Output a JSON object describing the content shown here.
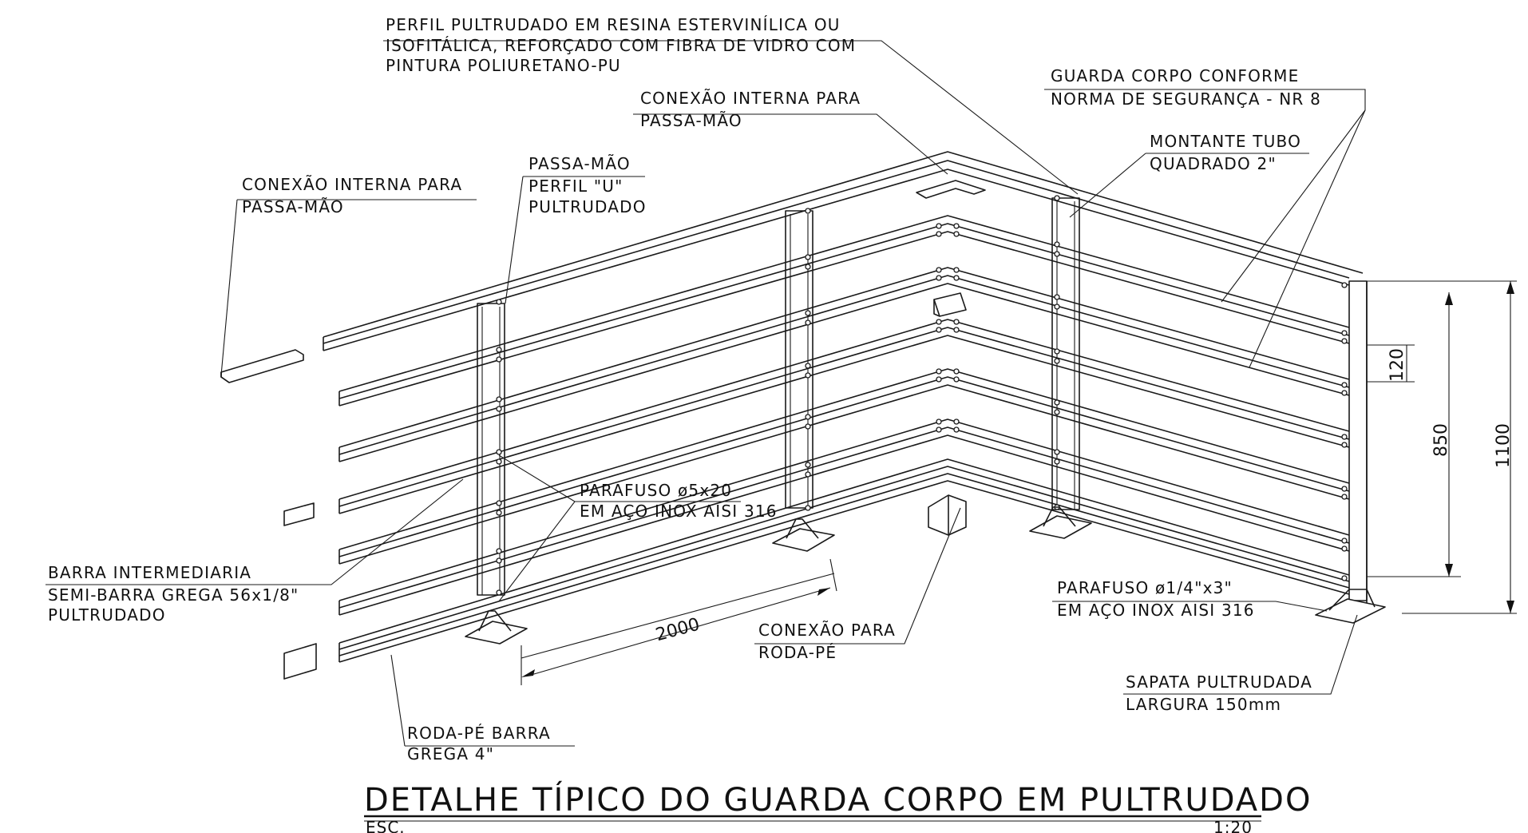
{
  "labels": {
    "perfil_pultrudado": [
      "PERFIL PULTRUDADO EM RESINA ESTERVINÍLICA OU",
      "ISOFITÁLICA, REFORÇADO COM FIBRA DE VIDRO COM",
      "PINTURA POLIURETANO-PU"
    ],
    "conexao_interna_top": [
      "CONEXÃO INTERNA PARA",
      "PASSA-MÃO"
    ],
    "conexao_interna_left": [
      "CONEXÃO INTERNA PARA",
      "PASSA-MÃO"
    ],
    "passa_mao": [
      "PASSA-MÃO",
      "PERFIL \"U\"",
      "PULTRUDADO"
    ],
    "guarda_corpo": [
      "GUARDA CORPO CONFORME",
      "NORMA DE SEGURANÇA - NR 8"
    ],
    "montante": [
      "MONTANTE TUBO",
      "QUADRADO 2\""
    ],
    "parafuso_5x20": [
      "PARAFUSO ø5x20",
      "EM AÇO INOX AISI 316"
    ],
    "barra_intermediaria": [
      "BARRA INTERMEDIARIA",
      "SEMI-BARRA GREGA 56x1/8\"",
      "PULTRUDADO"
    ],
    "conexao_roda_pe": [
      "CONEXÃO PARA",
      "RODA-PÉ"
    ],
    "roda_pe": [
      "RODA-PÉ BARRA",
      "GREGA 4\""
    ],
    "parafuso_quarter": [
      "PARAFUSO ø1/4\"x3\"",
      "EM AÇO INOX AISI 316"
    ],
    "sapata": [
      "SAPATA PULTRUDADA",
      "LARGURA 150mm"
    ]
  },
  "dimensions": {
    "span": "2000",
    "gap": "120",
    "inner_height": "850",
    "total_height": "1100"
  },
  "title": {
    "main": "DETALHE TÍPICO DO GUARDA CORPO EM PULTRUDADO",
    "scale_label": "ESC.",
    "scale_value": "1:20"
  }
}
